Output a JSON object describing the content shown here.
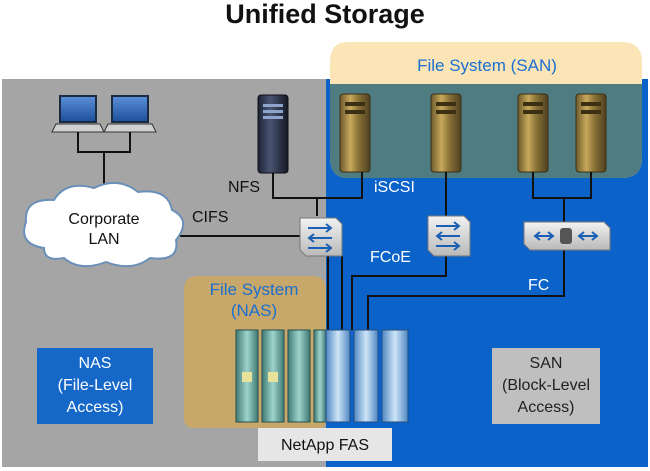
{
  "title": "Unified Storage",
  "labels": {
    "nfs": "NFS",
    "iscsi": "iSCSI",
    "cifs": "CIFS",
    "fcoe": "FCoE",
    "fc": "FC",
    "corporate_lan_line1": "Corporate",
    "corporate_lan_line2": "LAN"
  },
  "file_system_san": "File System (SAN)",
  "file_system_nas_line1": "File System",
  "file_system_nas_line2": "(NAS)",
  "nas_box": {
    "line1": "NAS",
    "line2": "(File-Level",
    "line3": "Access)"
  },
  "san_box": {
    "line1": "SAN",
    "line2": "(Block-Level",
    "line3": "Access)"
  },
  "netapp_label": "NetApp FAS",
  "colors": {
    "nas_bg": "#a5a5a5",
    "san_bg": "#0b63c9",
    "fs_san_box": "#fbe5b6",
    "fs_nas_box": "#c8a86a",
    "nas_label_box": "#1668c8",
    "san_label_box": "#bfbfbf"
  }
}
